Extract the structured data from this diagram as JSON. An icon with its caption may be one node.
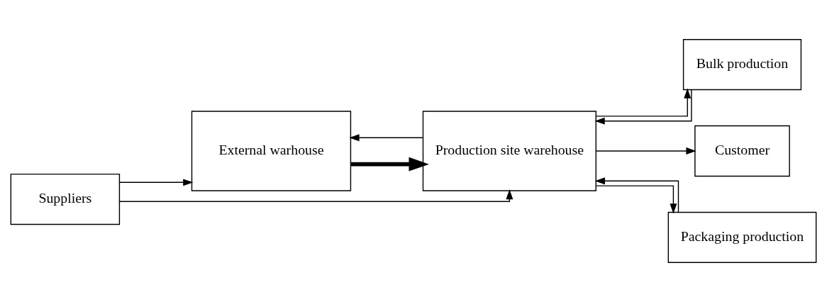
{
  "diagram": {
    "nodes": [
      {
        "text": [
          "Suppliers"
        ]
      },
      {
        "text": [
          "External warhouse"
        ]
      },
      {
        "text": [
          "Production site warehouse"
        ]
      },
      {
        "text": [
          "Bulk production"
        ]
      },
      {
        "text": [
          "Customer"
        ]
      },
      {
        "text": [
          "Packaging production"
        ]
      }
    ],
    "edges": [
      {
        "from": 0,
        "to": 1,
        "arrow": "to"
      },
      {
        "from": 0,
        "to": 2,
        "arrow": "to"
      },
      {
        "from": 1,
        "to": 2,
        "arrow": "to",
        "style": "thick"
      },
      {
        "from": 2,
        "to": 1,
        "arrow": "to"
      },
      {
        "from": 2,
        "to": 3,
        "arrow": "to"
      },
      {
        "from": 3,
        "to": 2,
        "arrow": "to"
      },
      {
        "from": 2,
        "to": 4,
        "arrow": "to"
      },
      {
        "from": 2,
        "to": 5,
        "arrow": "to"
      },
      {
        "from": 5,
        "to": 2,
        "arrow": "to"
      }
    ]
  }
}
